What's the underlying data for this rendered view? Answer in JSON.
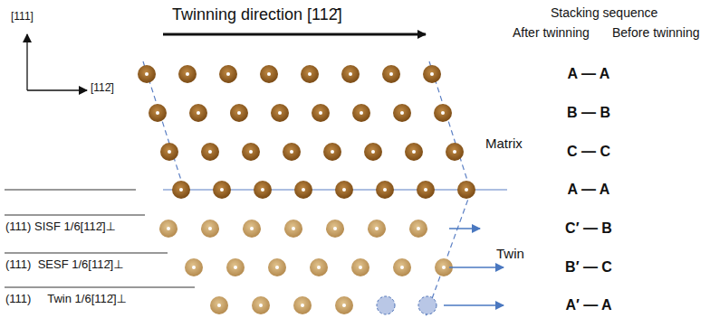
{
  "diagram": {
    "labels": [
      "Twinning direction [112̄]",
      "[111]",
      "[112̄]",
      "Stacking sequence",
      "After twinning",
      "Before twinning",
      "A — A",
      "B — B",
      "C — C",
      "A — A",
      "C′ — B",
      "B′ — C",
      "A′ — A",
      "Matrix",
      "Twin",
      "(111) SISF 1/6[112̄]⊥",
      "(111)  SESF 1/6[112̄]⊥",
      "(111)     Twin 1/6[112̄]⊥"
    ]
  }
}
